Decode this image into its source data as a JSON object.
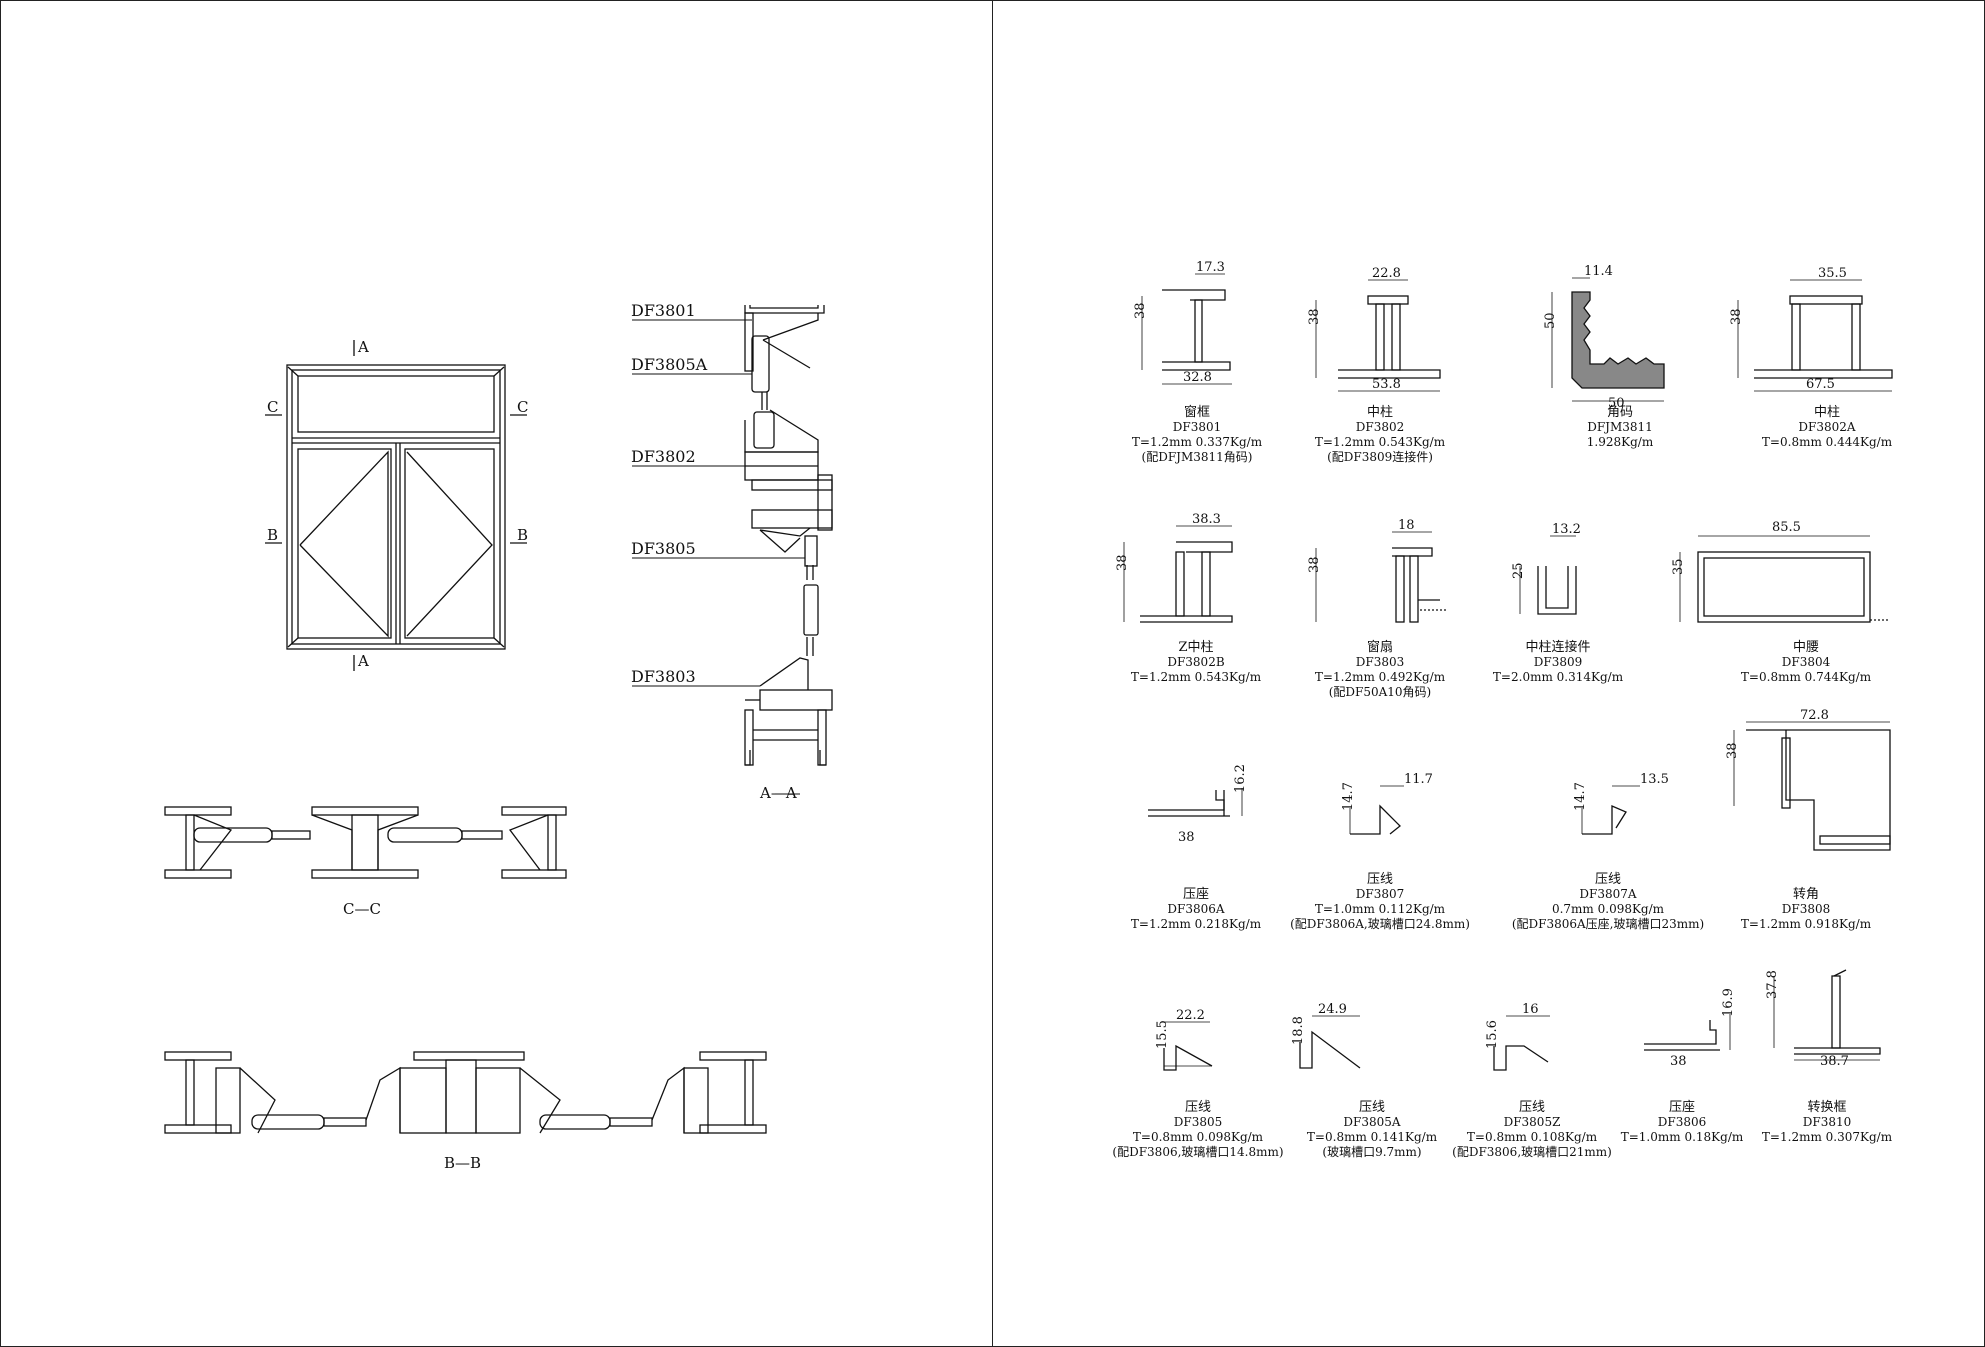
{
  "section_labels": {
    "aa_top": "A",
    "aa_bottom": "A",
    "cc_left": "C",
    "cc_right": "C",
    "bb_left": "B",
    "bb_right": "B",
    "section_aa": "A—A",
    "section_cc": "C—C",
    "section_bb": "B—B"
  },
  "callouts": [
    "DF3801",
    "DF3805A",
    "DF3802",
    "DF3805",
    "DF3803"
  ],
  "profiles": [
    {
      "name": "窗框",
      "code": "DF3801",
      "spec": "T=1.2mm 0.337Kg/m",
      "note": "(配DFJM3811角码)",
      "dims": [
        "17.3",
        "38",
        "32.8"
      ]
    },
    {
      "name": "中柱",
      "code": "DF3802",
      "spec": "T=1.2mm 0.543Kg/m",
      "note": "(配DF3809连接件)",
      "dims": [
        "22.8",
        "38",
        "53.8"
      ]
    },
    {
      "name": "角码",
      "code": "DFJM3811",
      "spec": "1.928Kg/m",
      "note": "",
      "dims": [
        "11.4",
        "50",
        "50"
      ]
    },
    {
      "name": "中柱",
      "code": "DF3802A",
      "spec": "T=0.8mm 0.444Kg/m",
      "note": "",
      "dims": [
        "35.5",
        "38",
        "67.5"
      ]
    },
    {
      "name": "Z中柱",
      "code": "DF3802B",
      "spec": "T=1.2mm 0.543Kg/m",
      "note": "",
      "dims": [
        "38.3",
        "38"
      ]
    },
    {
      "name": "窗扇",
      "code": "DF3803",
      "spec": "T=1.2mm 0.492Kg/m",
      "note": "(配DF50A10角码)",
      "dims": [
        "18",
        "38"
      ]
    },
    {
      "name": "中柱连接件",
      "code": "DF3809",
      "spec": "T=2.0mm 0.314Kg/m",
      "note": "",
      "dims": [
        "13.2",
        "25"
      ]
    },
    {
      "name": "中腰",
      "code": "DF3804",
      "spec": "T=0.8mm 0.744Kg/m",
      "note": "",
      "dims": [
        "85.5",
        "35"
      ]
    },
    {
      "name": "压座",
      "code": "DF3806A",
      "spec": "T=1.2mm 0.218Kg/m",
      "note": "",
      "dims": [
        "16.2",
        "38"
      ]
    },
    {
      "name": "压线",
      "code": "DF3807",
      "spec": "T=1.0mm 0.112Kg/m",
      "note": "(配DF3806A,玻璃槽口24.8mm)",
      "dims": [
        "11.7",
        "14.7"
      ]
    },
    {
      "name": "压线",
      "code": "DF3807A",
      "spec": "0.7mm 0.098Kg/m",
      "note": "(配DF3806A压座,玻璃槽口23mm)",
      "dims": [
        "13.5",
        "14.7"
      ]
    },
    {
      "name": "转角",
      "code": "DF3808",
      "spec": "T=1.2mm 0.918Kg/m",
      "note": "",
      "dims": [
        "72.8",
        "38"
      ]
    },
    {
      "name": "压线",
      "code": "DF3805",
      "spec": "T=0.8mm 0.098Kg/m",
      "note": "(配DF3806,玻璃槽口14.8mm)",
      "dims": [
        "22.2",
        "15.5"
      ]
    },
    {
      "name": "压线",
      "code": "DF3805A",
      "spec": "T=0.8mm 0.141Kg/m",
      "note": "(玻璃槽口9.7mm)",
      "dims": [
        "24.9",
        "18.8"
      ]
    },
    {
      "name": "压线",
      "code": "DF3805Z",
      "spec": "T=0.8mm 0.108Kg/m",
      "note": "(配DF3806,玻璃槽口21mm)",
      "dims": [
        "16",
        "15.6"
      ]
    },
    {
      "name": "压座",
      "code": "DF3806",
      "spec": "T=1.0mm 0.18Kg/m",
      "note": "",
      "dims": [
        "16.9",
        "38"
      ]
    },
    {
      "name": "转换框",
      "code": "DF3810",
      "spec": "T=1.2mm 0.307Kg/m",
      "note": "",
      "dims": [
        "37.8",
        "38.7"
      ]
    }
  ]
}
